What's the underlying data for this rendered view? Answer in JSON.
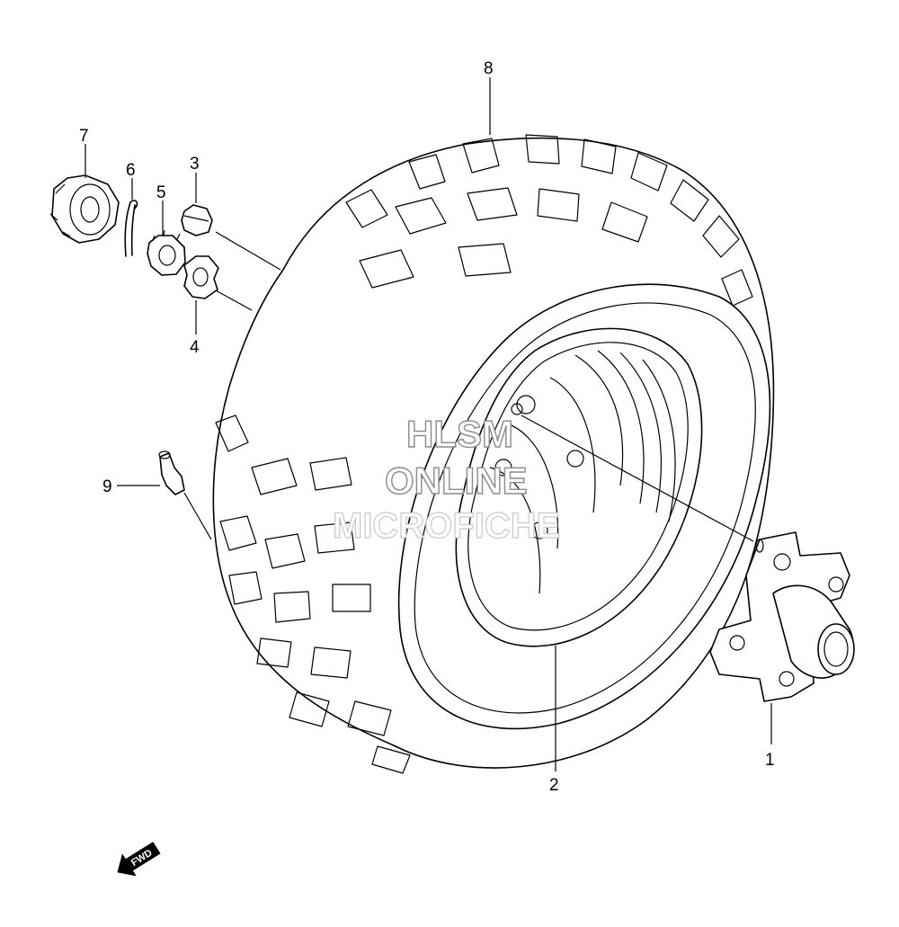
{
  "callouts": [
    {
      "id": "1",
      "label": "1"
    },
    {
      "id": "2",
      "label": "2"
    },
    {
      "id": "3",
      "label": "3"
    },
    {
      "id": "4",
      "label": "4"
    },
    {
      "id": "5",
      "label": "5"
    },
    {
      "id": "6",
      "label": "6"
    },
    {
      "id": "7",
      "label": "7"
    },
    {
      "id": "8",
      "label": "8"
    },
    {
      "id": "9",
      "label": "9"
    }
  ],
  "watermark": {
    "line1": "HLSM",
    "line2": "ONLINE",
    "line3": "MICROFICHE"
  },
  "direction_arrow": {
    "label": "FWD"
  }
}
